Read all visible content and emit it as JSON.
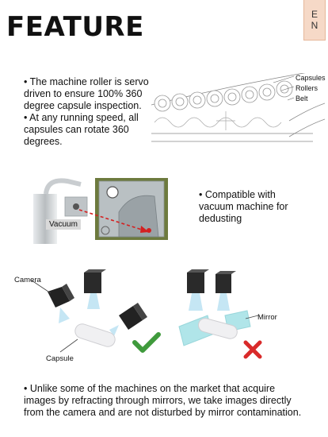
{
  "header": {
    "title": "FEATURE",
    "lang_line1": "E",
    "lang_line2": "N"
  },
  "features": {
    "roller_text": "• The machine roller is servo driven to ensure 100% 360 degree capsule inspection.\n• At any running speed, all capsules can rotate 360 degrees.",
    "vacuum_text": "• Compatible with vacuum machine for dedusting",
    "camera_text": "• Unlike some of the machines on the market that acquire images by refracting through mirrors, we take images directly from the camera and are not disturbed by mirror contamination."
  },
  "diagram_labels": {
    "capsules": "Capsules",
    "rollers": "Rollers",
    "belt": "Belt"
  },
  "photo_labels": {
    "vacuum": "Vacuum"
  },
  "illustration_labels": {
    "camera": "Camera",
    "capsule": "Capsule",
    "mirror": "Mirror"
  },
  "colors": {
    "check": "#3f9a3c",
    "cross": "#d92a2a",
    "lang_badge": "#f6d9c7"
  }
}
